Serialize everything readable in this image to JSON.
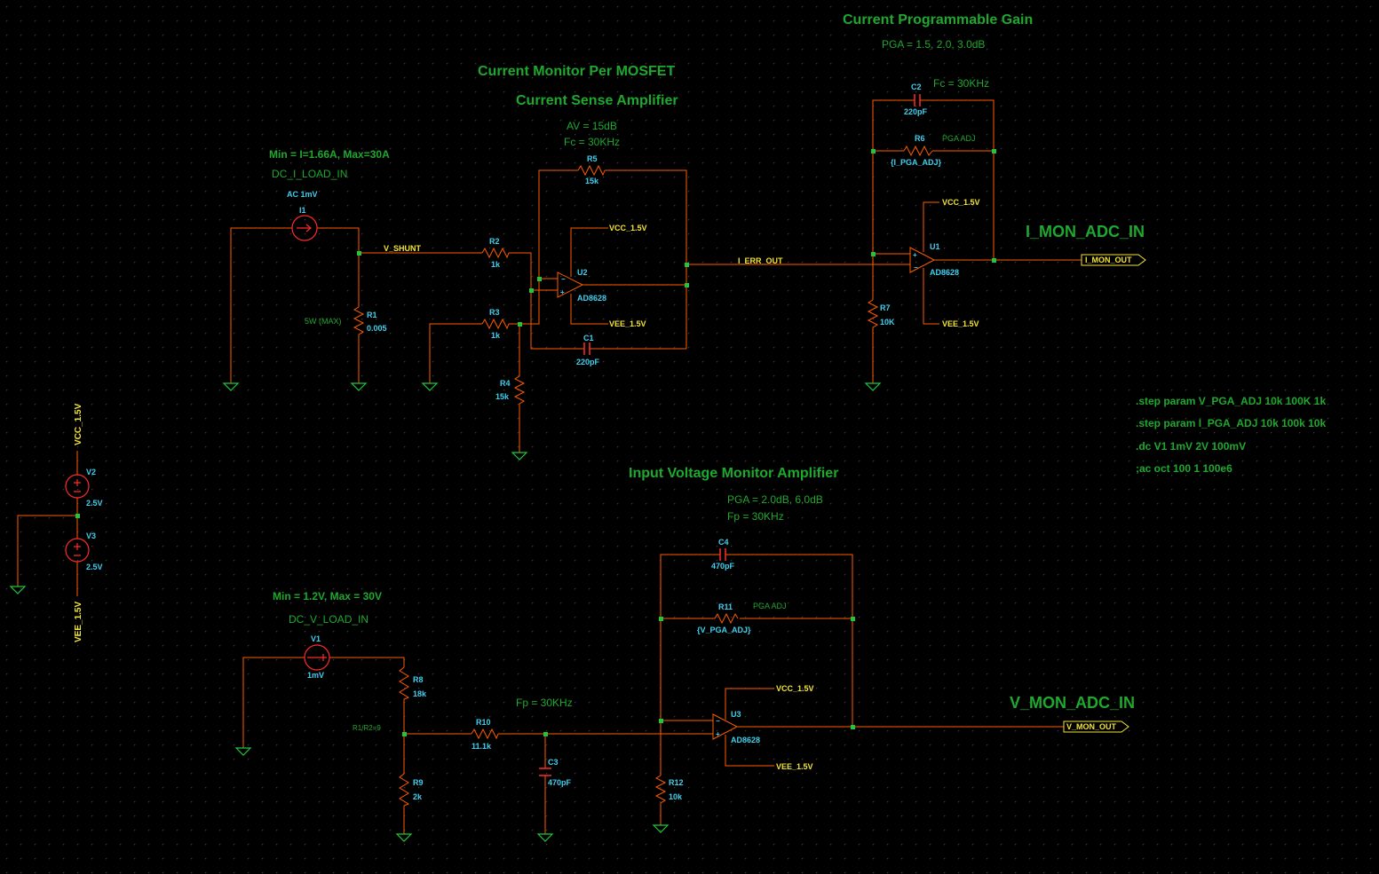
{
  "colors": {
    "background": "#000000",
    "wire": "#ff5a00",
    "annotation": "#1fa82e",
    "component_label": "#3fd0f0",
    "net_label": "#f2e433",
    "ground": "#22c53c"
  },
  "titles": {
    "current_pga": "Current Programmable Gain",
    "current_pga_spec": "PGA = 1.5, 2.0, 3.0dB",
    "current_pga_fc": "Fc = 30KHz",
    "current_monitor": "Current Monitor Per MOSFET",
    "current_sense": "Current Sense Amplifier",
    "current_sense_av": "AV = 15dB",
    "current_sense_fc": "Fc = 30KHz",
    "i_load_range": "Min = I=1.66A, Max=30A",
    "i_load_name": "DC_I_LOAD_IN",
    "i_mon_adc": "I_MON_ADC_IN",
    "v_mon_title": "Input Voltage Monitor Amplifier",
    "v_mon_pga": "PGA = 2.0dB, 6.0dB",
    "v_mon_fp": "Fp = 30KHz",
    "v_load_range": "Min = 1.2V, Max = 30V",
    "v_load_name": "DC_V_LOAD_IN",
    "filter_fp": "Fp = 30KHz",
    "v_mon_adc": "V_MON_ADC_IN"
  },
  "directives": [
    ".step param V_PGA_ADJ 10k 100K 1k",
    ".step param I_PGA_ADJ 10k 100k 10k",
    ".dc V1 1mV 2V 100mV",
    ";ac oct 100 1 100e6"
  ],
  "components": {
    "I1": {
      "ref": "I1",
      "value": "AC 1mV"
    },
    "R1": {
      "ref": "R1",
      "value": "0.005",
      "note": "5W (MAX)"
    },
    "R2": {
      "ref": "R2",
      "value": "1k"
    },
    "R3": {
      "ref": "R3",
      "value": "1k"
    },
    "R4": {
      "ref": "R4",
      "value": "15k"
    },
    "R5": {
      "ref": "R5",
      "value": "15k"
    },
    "C1": {
      "ref": "C1",
      "value": "220pF"
    },
    "U2": {
      "ref": "U2",
      "value": "AD8628"
    },
    "C2": {
      "ref": "C2",
      "value": "220pF"
    },
    "R6": {
      "ref": "R6",
      "value": "{I_PGA_ADJ}",
      "note": "PGA ADJ"
    },
    "R7": {
      "ref": "R7",
      "value": "10K"
    },
    "U1": {
      "ref": "U1",
      "value": "AD8628"
    },
    "V2": {
      "ref": "V2",
      "value": "2.5V"
    },
    "V3": {
      "ref": "V3",
      "value": "2.5V"
    },
    "V1": {
      "ref": "V1",
      "value": "1mV"
    },
    "R8": {
      "ref": "R8",
      "value": "18k"
    },
    "R9": {
      "ref": "R9",
      "value": "2k",
      "note": "R1/R2=9"
    },
    "R10": {
      "ref": "R10",
      "value": "11.1k"
    },
    "C3": {
      "ref": "C3",
      "value": "470pF"
    },
    "C4": {
      "ref": "C4",
      "value": "470pF"
    },
    "R11": {
      "ref": "R11",
      "value": "{V_PGA_ADJ}",
      "note": "PGA ADJ"
    },
    "R12": {
      "ref": "R12",
      "value": "10k"
    },
    "U3": {
      "ref": "U3",
      "value": "AD8628"
    }
  },
  "nets": {
    "v_shunt": "V_SHUNT",
    "i_err_out": "I_ERR_OUT",
    "vcc": "VCC_1.5V",
    "vee": "VEE_1.5V",
    "i_mon_out": "I_MON_OUT",
    "v_mon_out": "V_MON_OUT"
  }
}
